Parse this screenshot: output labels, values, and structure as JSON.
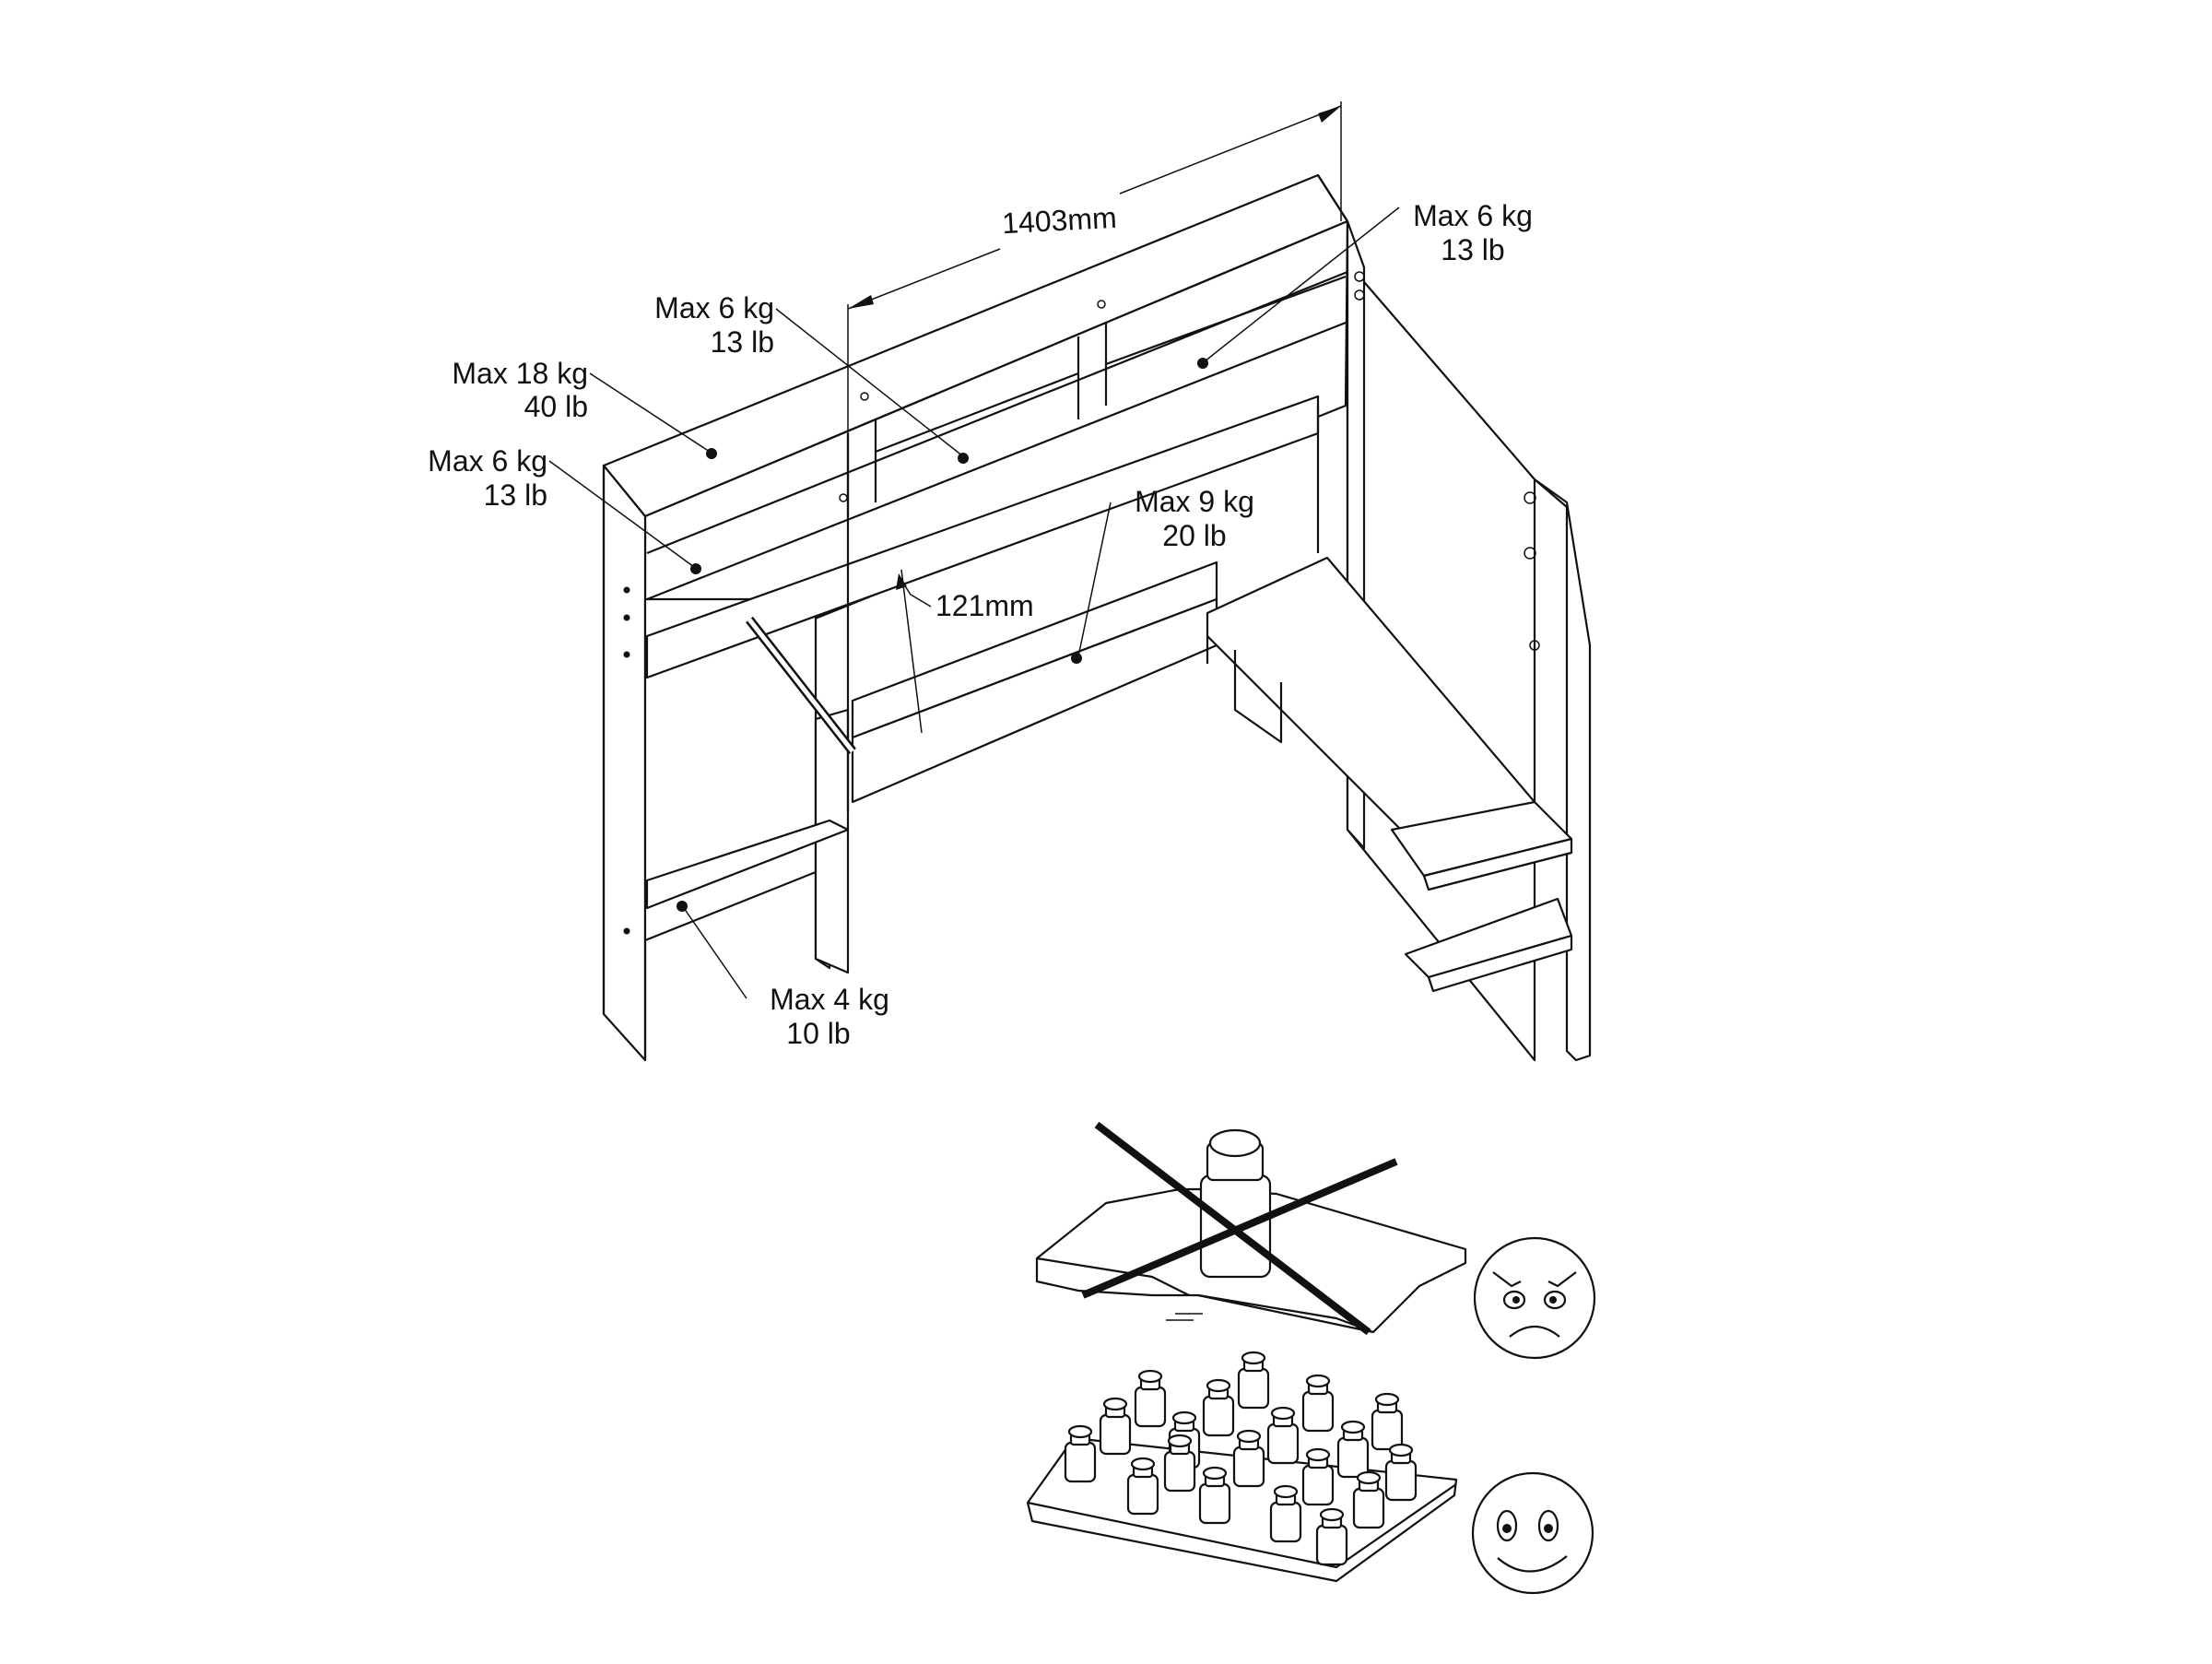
{
  "dimensions": {
    "width": "1403mm",
    "clearance": "121mm"
  },
  "load_labels": {
    "top_shelf": {
      "kg": "Max 18 kg",
      "lb": "40 lb"
    },
    "upper_left_shelf": {
      "kg": "Max 6 kg",
      "lb": "13 lb"
    },
    "middle_compartment": {
      "kg": "Max 6 kg",
      "lb": "13 lb"
    },
    "right_compartment": {
      "kg": "Max 6 kg",
      "lb": "13 lb"
    },
    "desk_shelf": {
      "kg": "Max 9 kg",
      "lb": "20 lb"
    },
    "bottom_shelf": {
      "kg": "Max 4 kg",
      "lb": "10 lb"
    }
  },
  "icons": {
    "wrong_load": "concentrated-weight-crossed-icon",
    "angry_face": "angry-face-icon",
    "correct_load": "distributed-weights-icon",
    "happy_face": "happy-face-icon"
  }
}
